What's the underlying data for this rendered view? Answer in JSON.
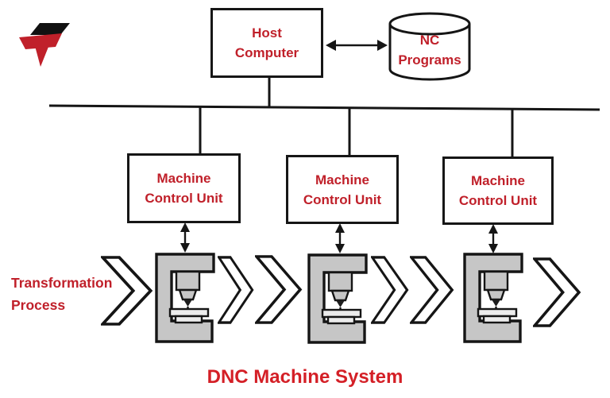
{
  "colors": {
    "accent_red": "#c0202a",
    "title_red": "#d41f26",
    "line_black": "#151515",
    "machine_gray": "#c6c6c6"
  },
  "nodes": {
    "host_computer": {
      "line1": "Host",
      "line2": "Computer"
    },
    "nc_programs": {
      "line1": "NC",
      "line2": "Programs"
    },
    "mcus": [
      {
        "line1": "Machine",
        "line2": "Control Unit"
      },
      {
        "line1": "Machine",
        "line2": "Control Unit"
      },
      {
        "line1": "Machine",
        "line2": "Control Unit"
      }
    ]
  },
  "labels": {
    "transformation": {
      "line1": "Transformation",
      "line2": "Process"
    },
    "title": "DNC Machine System"
  },
  "icons": {
    "brand_logo": "red-black-T-flag",
    "nc_programs_store": "database-cylinder",
    "machine": "cnc-mill-silhouette",
    "flow": "right-chevron-outline",
    "link": "double-headed-arrow"
  }
}
